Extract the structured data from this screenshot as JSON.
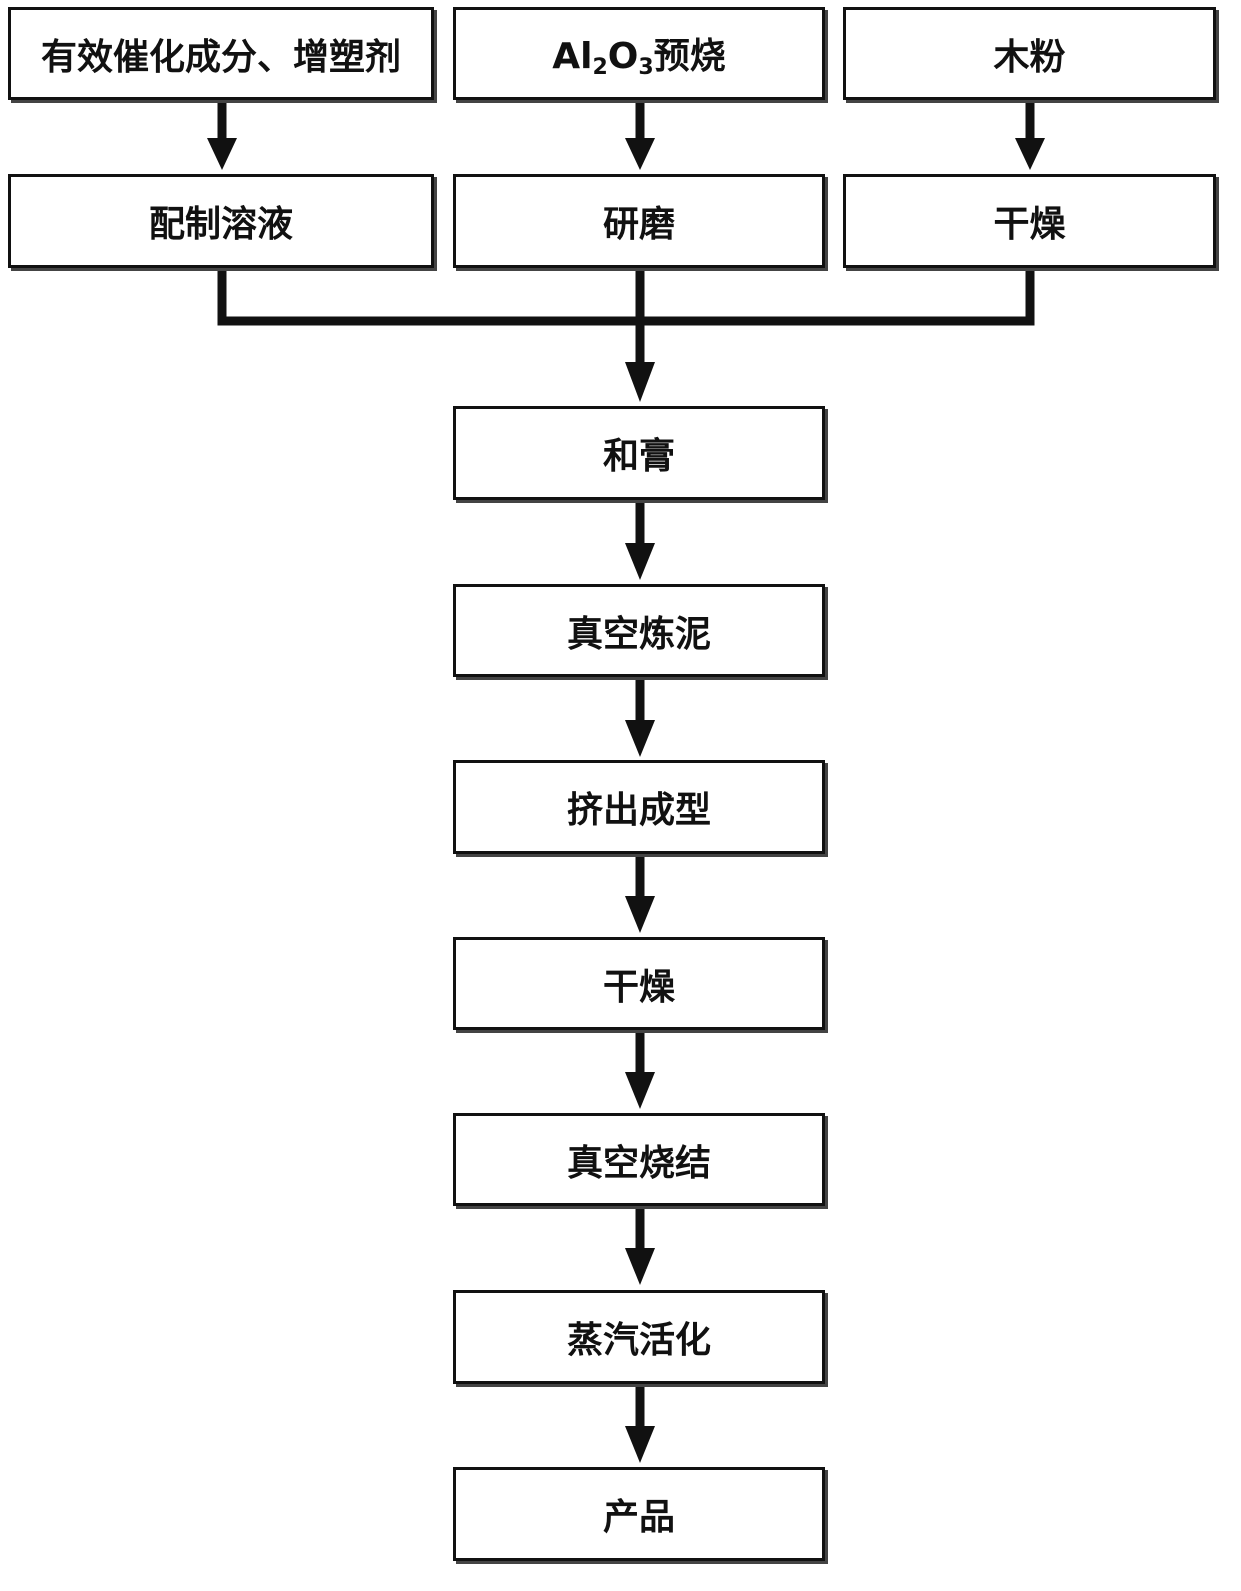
{
  "diagram": {
    "inputs": [
      {
        "id": "catalyst",
        "label": "有效催化成分、增塑剂"
      },
      {
        "id": "alumina",
        "label_prefix": "Al",
        "label_sub1": "2",
        "label_mid": "O",
        "label_sub2": "3",
        "label_suffix": "预烧"
      },
      {
        "id": "wood",
        "label": "木粉"
      }
    ],
    "prep_steps": [
      {
        "id": "solution",
        "label": "配制溶液"
      },
      {
        "id": "grinding",
        "label": "研磨"
      },
      {
        "id": "drying1",
        "label": "干燥"
      }
    ],
    "main_steps": [
      {
        "id": "kneading",
        "label": "和膏"
      },
      {
        "id": "vacuum-pugging",
        "label": "真空炼泥"
      },
      {
        "id": "extrusion",
        "label": "挤出成型"
      },
      {
        "id": "drying2",
        "label": "干燥"
      },
      {
        "id": "vacuum-sintering",
        "label": "真空烧结"
      },
      {
        "id": "steam-activation",
        "label": "蒸汽活化"
      },
      {
        "id": "product",
        "label": "产品"
      }
    ],
    "colors": {
      "line": "#111111",
      "box_border": "#111111",
      "shadow": "#444444"
    }
  }
}
